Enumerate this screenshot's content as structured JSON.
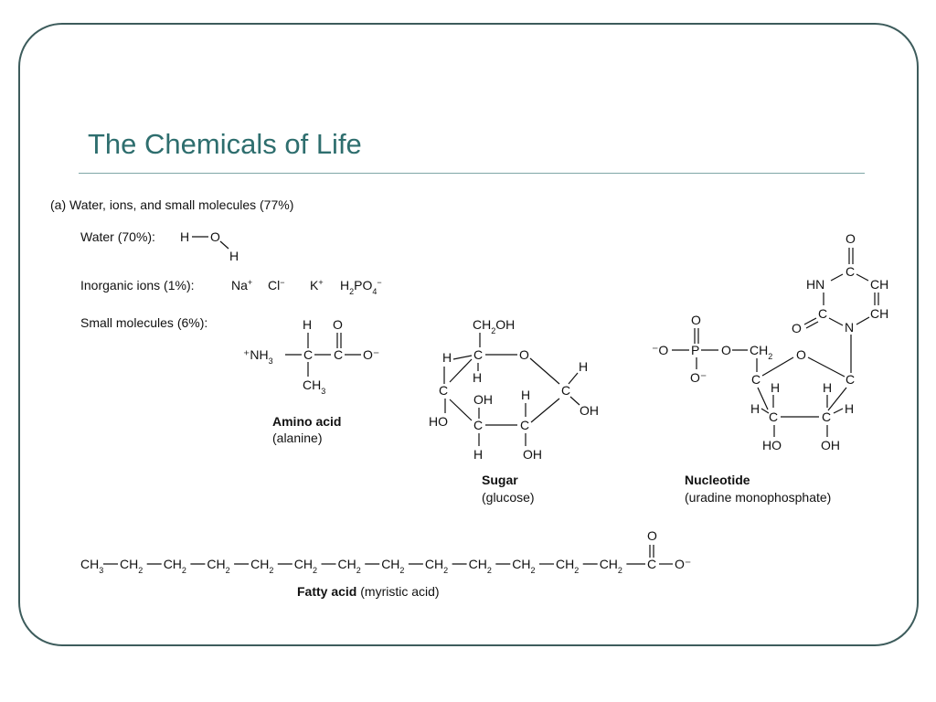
{
  "slide": {
    "title": "The Chemicals of Life"
  },
  "figure": {
    "section": "(a)  Water, ions, and small molecules (77%)",
    "water_label": "Water (70%):",
    "ions_label": "Inorganic ions (1%):",
    "ions": {
      "na": {
        "base": "Na",
        "sup": "+"
      },
      "cl": {
        "base": "Cl",
        "sup": "−"
      },
      "k": {
        "base": "K",
        "sup": "+"
      },
      "hpo4": {
        "p1": "H",
        "s1": "2",
        "p2": "PO",
        "s2": "4",
        "sup": "−"
      }
    },
    "small_label": "Small molecules (6%):",
    "amino": {
      "name": "Amino acid",
      "sub": "(alanine)"
    },
    "sugar": {
      "name": "Sugar",
      "sub": "(glucose)"
    },
    "nucleotide": {
      "name": "Nucleotide",
      "sub": "(uradine monophosphate)"
    },
    "fatty": {
      "name": "Fatty acid",
      "sub": " (myristic acid)"
    }
  }
}
